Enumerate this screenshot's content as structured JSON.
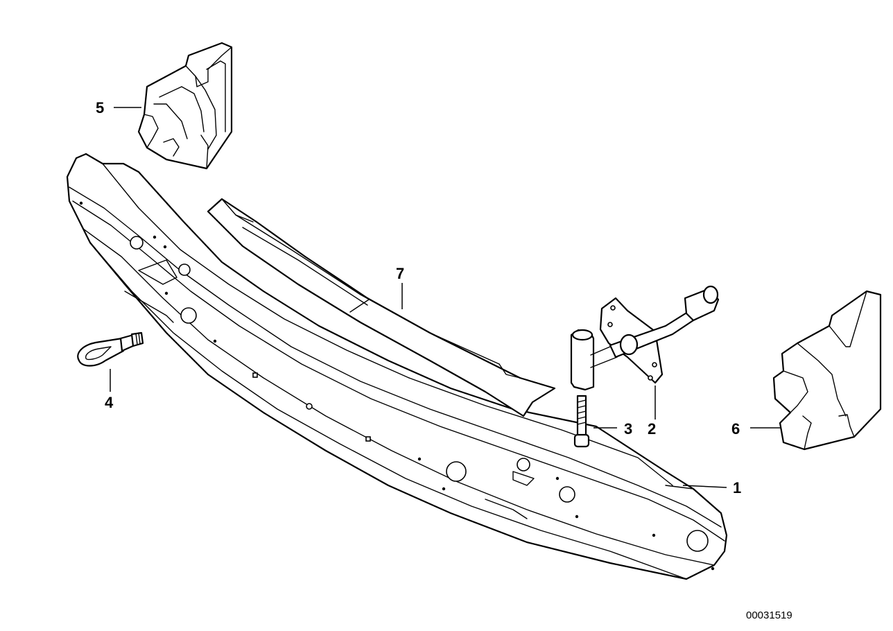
{
  "callouts": {
    "c1": "1",
    "c2": "2",
    "c3": "3",
    "c4": "4",
    "c5": "5",
    "c6": "6",
    "c7": "7"
  },
  "drawing_number": "00031519"
}
